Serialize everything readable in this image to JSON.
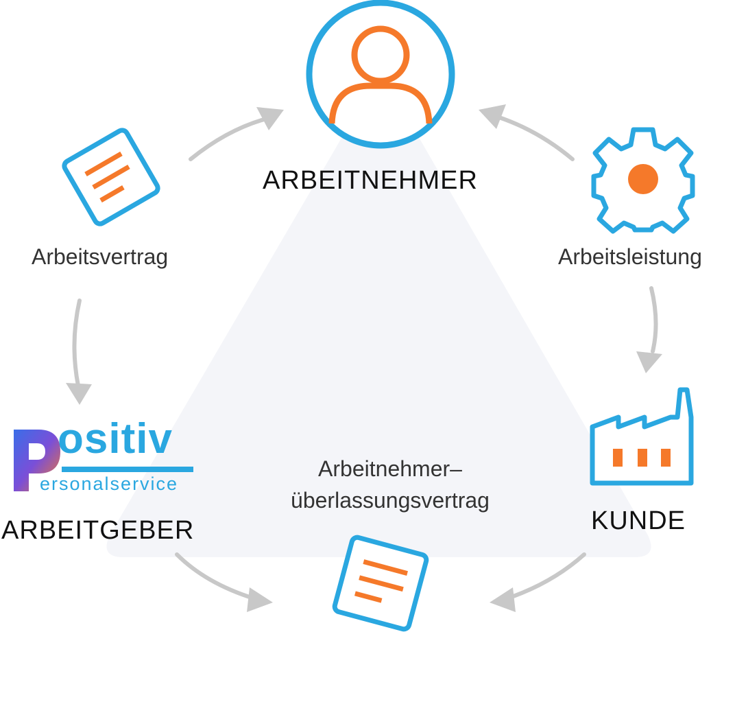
{
  "roles": {
    "arbeitnehmer": "ARBEITNEHMER",
    "arbeitgeber": "ARBEITGEBER",
    "kunde": "KUNDE"
  },
  "relations": {
    "arbeitsvertrag": "Arbeitsvertrag",
    "arbeitsleistung": "Arbeitsleistung",
    "aue_line1": "Arbeitnehmer–",
    "aue_line2": "überlassungsvertrag"
  },
  "logo": {
    "word": "ositiv",
    "sub": "ersonalservice",
    "alt": "Positiv Personalservice"
  },
  "icons": {
    "arbeitnehmer": "person-icon",
    "arbeitsvertrag": "document-icon",
    "arbeitsleistung": "gear-icon",
    "kunde": "factory-icon",
    "aue": "document-icon"
  },
  "colors": {
    "blue": "#2aa7e0",
    "orange": "#f5792a",
    "arrow": "#c8c8c8",
    "triangle": "#f4f5f9"
  }
}
